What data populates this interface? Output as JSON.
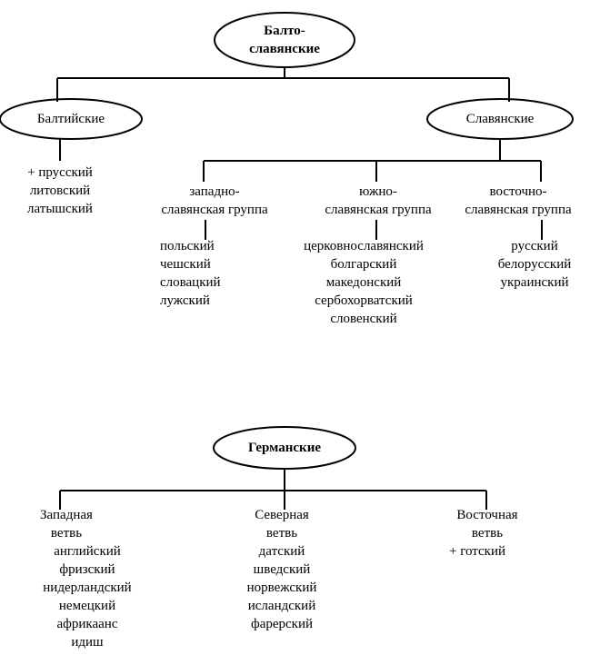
{
  "balto_slavic": {
    "root": {
      "line1": "Балто-",
      "line2": "славянские"
    },
    "baltic": {
      "label": "Балтийские",
      "languages": [
        "+ прусский",
        "литовский",
        "латышский"
      ]
    },
    "slavic": {
      "label": "Славянские",
      "west": {
        "line1": "западно-",
        "line2": "славянская группа",
        "languages": [
          "польский",
          "чешский",
          "словацкий",
          "лужский"
        ]
      },
      "south": {
        "line1": "южно-",
        "line2": "славянская группа",
        "languages": [
          "церковнославянский",
          "болгарский",
          "македонский",
          "сербохорватский",
          "словенский"
        ]
      },
      "east": {
        "line1": "восточно-",
        "line2": "славянская группа",
        "languages": [
          "русский",
          "белорусский",
          "украинский"
        ]
      }
    }
  },
  "germanic": {
    "root": "Германские",
    "west": {
      "line1": "Западная",
      "line2": "ветвь",
      "languages": [
        "английский",
        "фризский",
        "нидерландский",
        "немецкий",
        "африкаанс",
        "идиш"
      ]
    },
    "north": {
      "line1": "Северная",
      "line2": "ветвь",
      "languages": [
        "датский",
        "шведский",
        "норвежский",
        "исландский",
        "фарерский"
      ]
    },
    "east": {
      "line1": "Восточная",
      "line2": "ветвь",
      "languages": [
        "+ готский"
      ]
    }
  }
}
